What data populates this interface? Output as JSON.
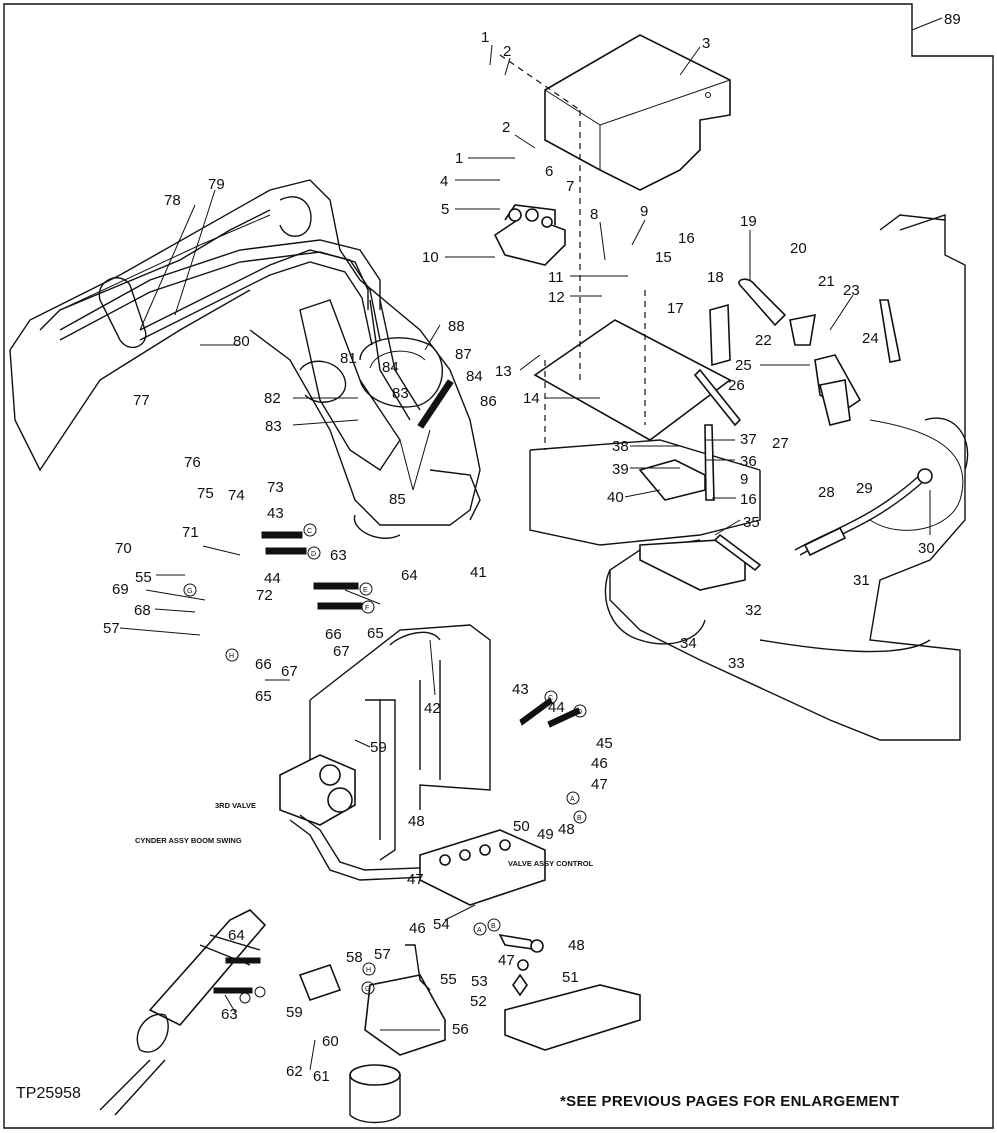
{
  "drawing": {
    "page_number": "89",
    "document_code": "TP25958",
    "footnote": "*SEE PREVIOUS PAGES FOR ENLARGEMENT"
  },
  "labels": {
    "third_valve": "3RD VALVE",
    "cylinder_assy": "CYNDER ASSY BOOM SWING",
    "valve_assy_control": "VALVE ASSY CONTROL"
  },
  "callout_numbers": [
    "1",
    "2",
    "3",
    "4",
    "5",
    "6",
    "7",
    "8",
    "9",
    "10",
    "11",
    "12",
    "13",
    "14",
    "15",
    "16",
    "17",
    "18",
    "19",
    "20",
    "21",
    "22",
    "23",
    "24",
    "25",
    "26",
    "27",
    "28",
    "29",
    "30",
    "31",
    "32",
    "33",
    "34",
    "35",
    "36",
    "37",
    "38",
    "39",
    "40",
    "41",
    "42",
    "43",
    "44",
    "45",
    "46",
    "47",
    "48",
    "49",
    "50",
    "51",
    "52",
    "53",
    "54",
    "55",
    "56",
    "57",
    "58",
    "59",
    "60",
    "61",
    "62",
    "63",
    "64",
    "65",
    "66",
    "67",
    "68",
    "69",
    "70",
    "71",
    "72",
    "73",
    "74",
    "75",
    "76",
    "77",
    "78",
    "79",
    "80",
    "81",
    "82",
    "83",
    "84",
    "85",
    "86",
    "87",
    "88"
  ],
  "connection_markers": [
    "C",
    "D",
    "E",
    "F",
    "G",
    "H",
    "A",
    "B"
  ]
}
